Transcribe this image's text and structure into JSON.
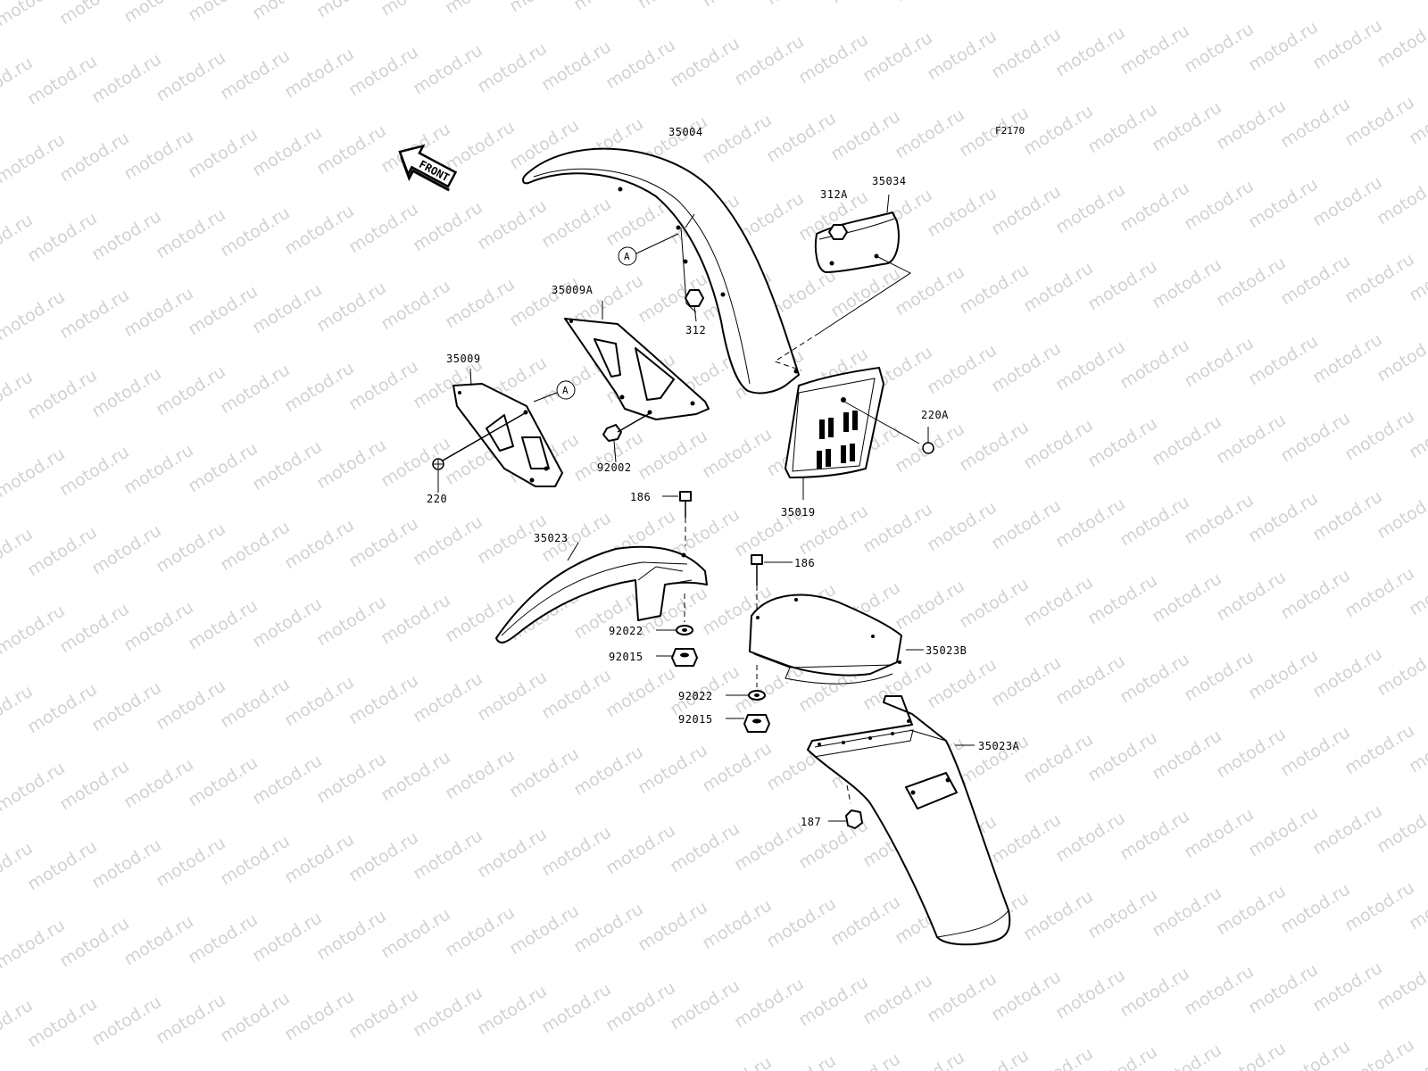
{
  "watermark": {
    "text": "motod.ru",
    "color": "#d2d2d2"
  },
  "diagram_code": "F2170",
  "front_arrow": {
    "label": "FRONT",
    "icon": "front-arrow-icon"
  },
  "reference_marker": "A",
  "parts": {
    "p35004": "35004",
    "p35034": "35034",
    "p312A": "312A",
    "p312": "312",
    "p35009A": "35009A",
    "p35009": "35009",
    "p220": "220",
    "p92002": "92002",
    "p220A": "220A",
    "p35019": "35019",
    "p186_left": "186",
    "p35023": "35023",
    "p92022_left": "92022",
    "p92015_left": "92015",
    "p186_right": "186",
    "p35023B": "35023B",
    "p92022_right": "92022",
    "p92015_right": "92015",
    "p35023A": "35023A",
    "p187": "187"
  },
  "colors": {
    "line": "#000000",
    "background": "#ffffff"
  }
}
